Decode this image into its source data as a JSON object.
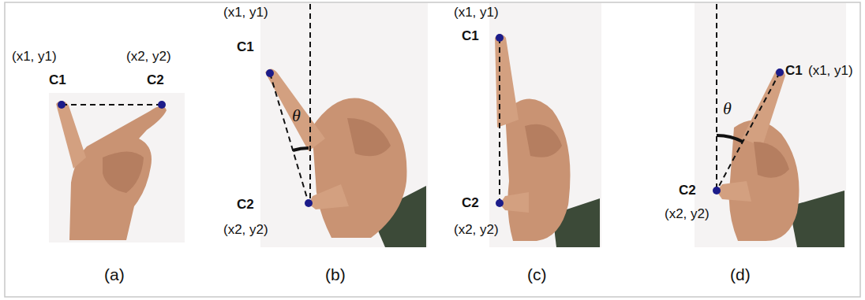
{
  "diagram": {
    "labels": [
      "(x1, y1)",
      "(x2, y2)",
      "C1",
      "C2",
      "(a)",
      "(x1, y1)",
      "C1",
      "θ",
      "C2",
      "(x2, y2)",
      "(b)",
      "(x1, y1)",
      "C1",
      "C2",
      "(x2, y2)",
      "(c)",
      "C1",
      "(x1, y1)",
      "θ",
      "C2",
      "(x2, y2)",
      "(d)"
    ]
  }
}
